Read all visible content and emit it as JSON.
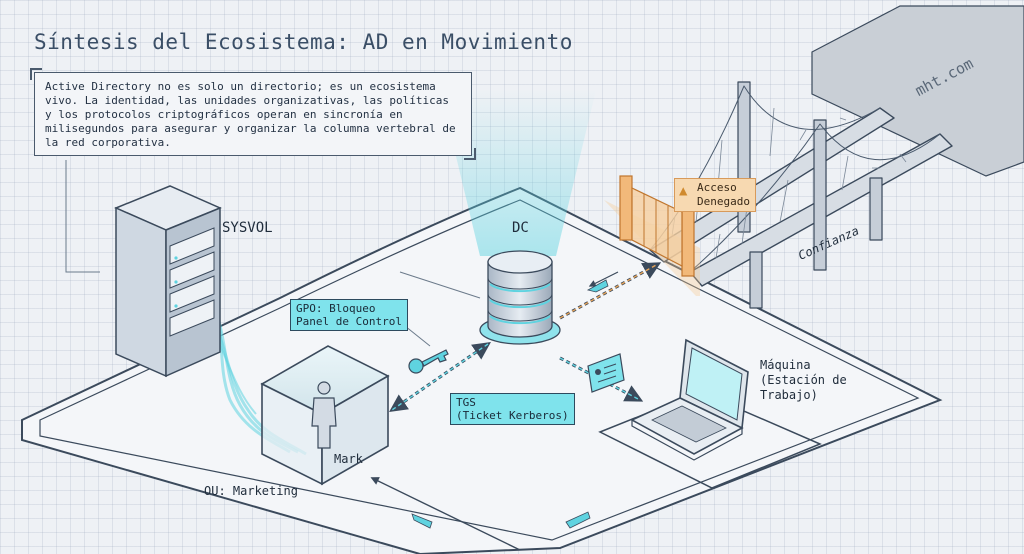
{
  "title": "Síntesis del Ecosistema: AD en Movimiento",
  "intro": "Active Directory no es solo un directorio; es un ecosistema vivo. La identidad, las unidades organizativas, las políticas y los protocolos criptográficos operan en sincronía en milisegundos para asegurar y organizar la columna vertebral de la red corporativa.",
  "watermark": "mht.com",
  "labels": {
    "sysvol": "SYSVOL",
    "dc": "DC",
    "user": "Mark",
    "ou": "OU: Marketing",
    "machine_1": "Máquina",
    "machine_2": "(Estación de",
    "machine_3": "Trabajo)",
    "trust": "Confianza"
  },
  "callouts": {
    "gpo_1": "GPO: Bloqueo",
    "gpo_2": "Panel de Control",
    "tgs_1": "TGS",
    "tgs_2": "(Ticket Kerberos)",
    "denied_1": "Acceso",
    "denied_2": "Denegado"
  },
  "icons": [
    "server-icon",
    "database-icon",
    "key-icon",
    "id-card-icon",
    "laptop-icon",
    "person-icon",
    "gate-icon",
    "warning-icon",
    "bridge-icon"
  ],
  "colors": {
    "accent": "#5fd3e0",
    "warning": "#e8a55a",
    "line": "#3b4a5c"
  }
}
